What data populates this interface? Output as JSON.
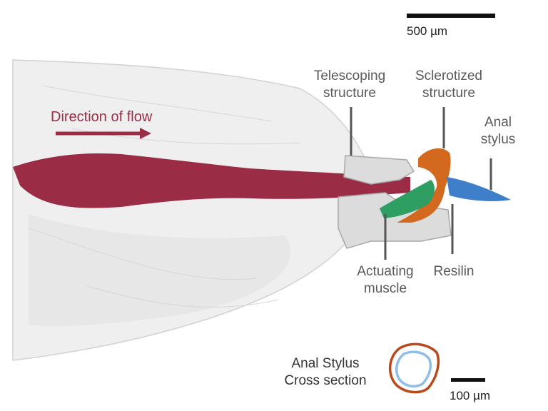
{
  "scale_bars": {
    "main": "500 µm",
    "inset": "100 µm"
  },
  "flow": {
    "label": "Direction of flow"
  },
  "labels": {
    "telescoping": [
      "Telescoping",
      "structure"
    ],
    "sclerotized": [
      "Sclerotized",
      "structure"
    ],
    "anal_stylus": [
      "Anal",
      "stylus"
    ],
    "actuating_muscle": [
      "Actuating",
      "muscle"
    ],
    "resilin": "Resilin",
    "cross_section": [
      "Anal Stylus",
      "Cross section"
    ]
  },
  "colors": {
    "gut": "#9b2c45",
    "muscle": "#2e9e63",
    "sclerotized": "#d2691e",
    "stylus": "#3f7fc9",
    "resilin": "#8fbfe6",
    "cuticle": "#d8d8d8",
    "label_text": "#595959"
  }
}
